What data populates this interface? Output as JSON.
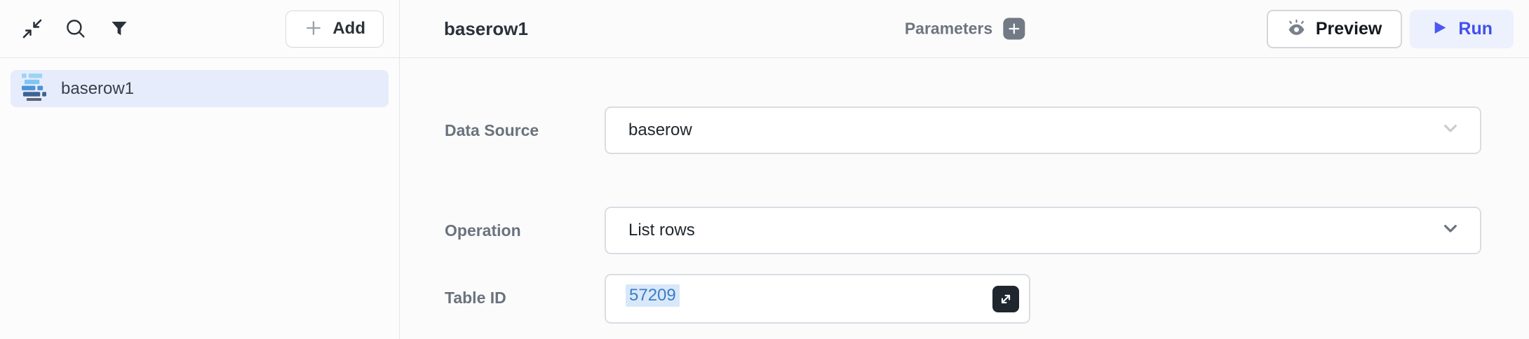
{
  "sidebar": {
    "add_button": "Add",
    "query_list": [
      {
        "label": "baserow1",
        "selected": true,
        "icon": "baserow-logo"
      }
    ]
  },
  "header": {
    "title": "baserow1",
    "parameters_label": "Parameters",
    "preview_button": "Preview",
    "run_button": "Run"
  },
  "form": {
    "data_source": {
      "label": "Data Source",
      "value": "baserow",
      "state": "disabled-chevron"
    },
    "operation": {
      "label": "Operation",
      "value": "List rows"
    },
    "table_id": {
      "label": "Table ID",
      "value": "57209"
    }
  },
  "icons": {
    "collapse": "collapse-panel-icon",
    "search": "search-icon",
    "filter": "filter-icon",
    "plus": "plus-icon",
    "eye": "eye-preview-icon",
    "play": "play-icon",
    "chevron": "chevron-down-icon",
    "expand": "expand-diagonal-icon",
    "logo": "baserow-logo-icon"
  },
  "colors": {
    "accent_run": "#4150ee",
    "run_bg": "#edf0fd",
    "selected_item_bg": "#e7ecfc",
    "token_text": "#3c7dc8",
    "token_bg": "#d8e8f9",
    "label_gray": "#6a737d",
    "border": "#dadde2",
    "dark_button": "#20262e"
  }
}
